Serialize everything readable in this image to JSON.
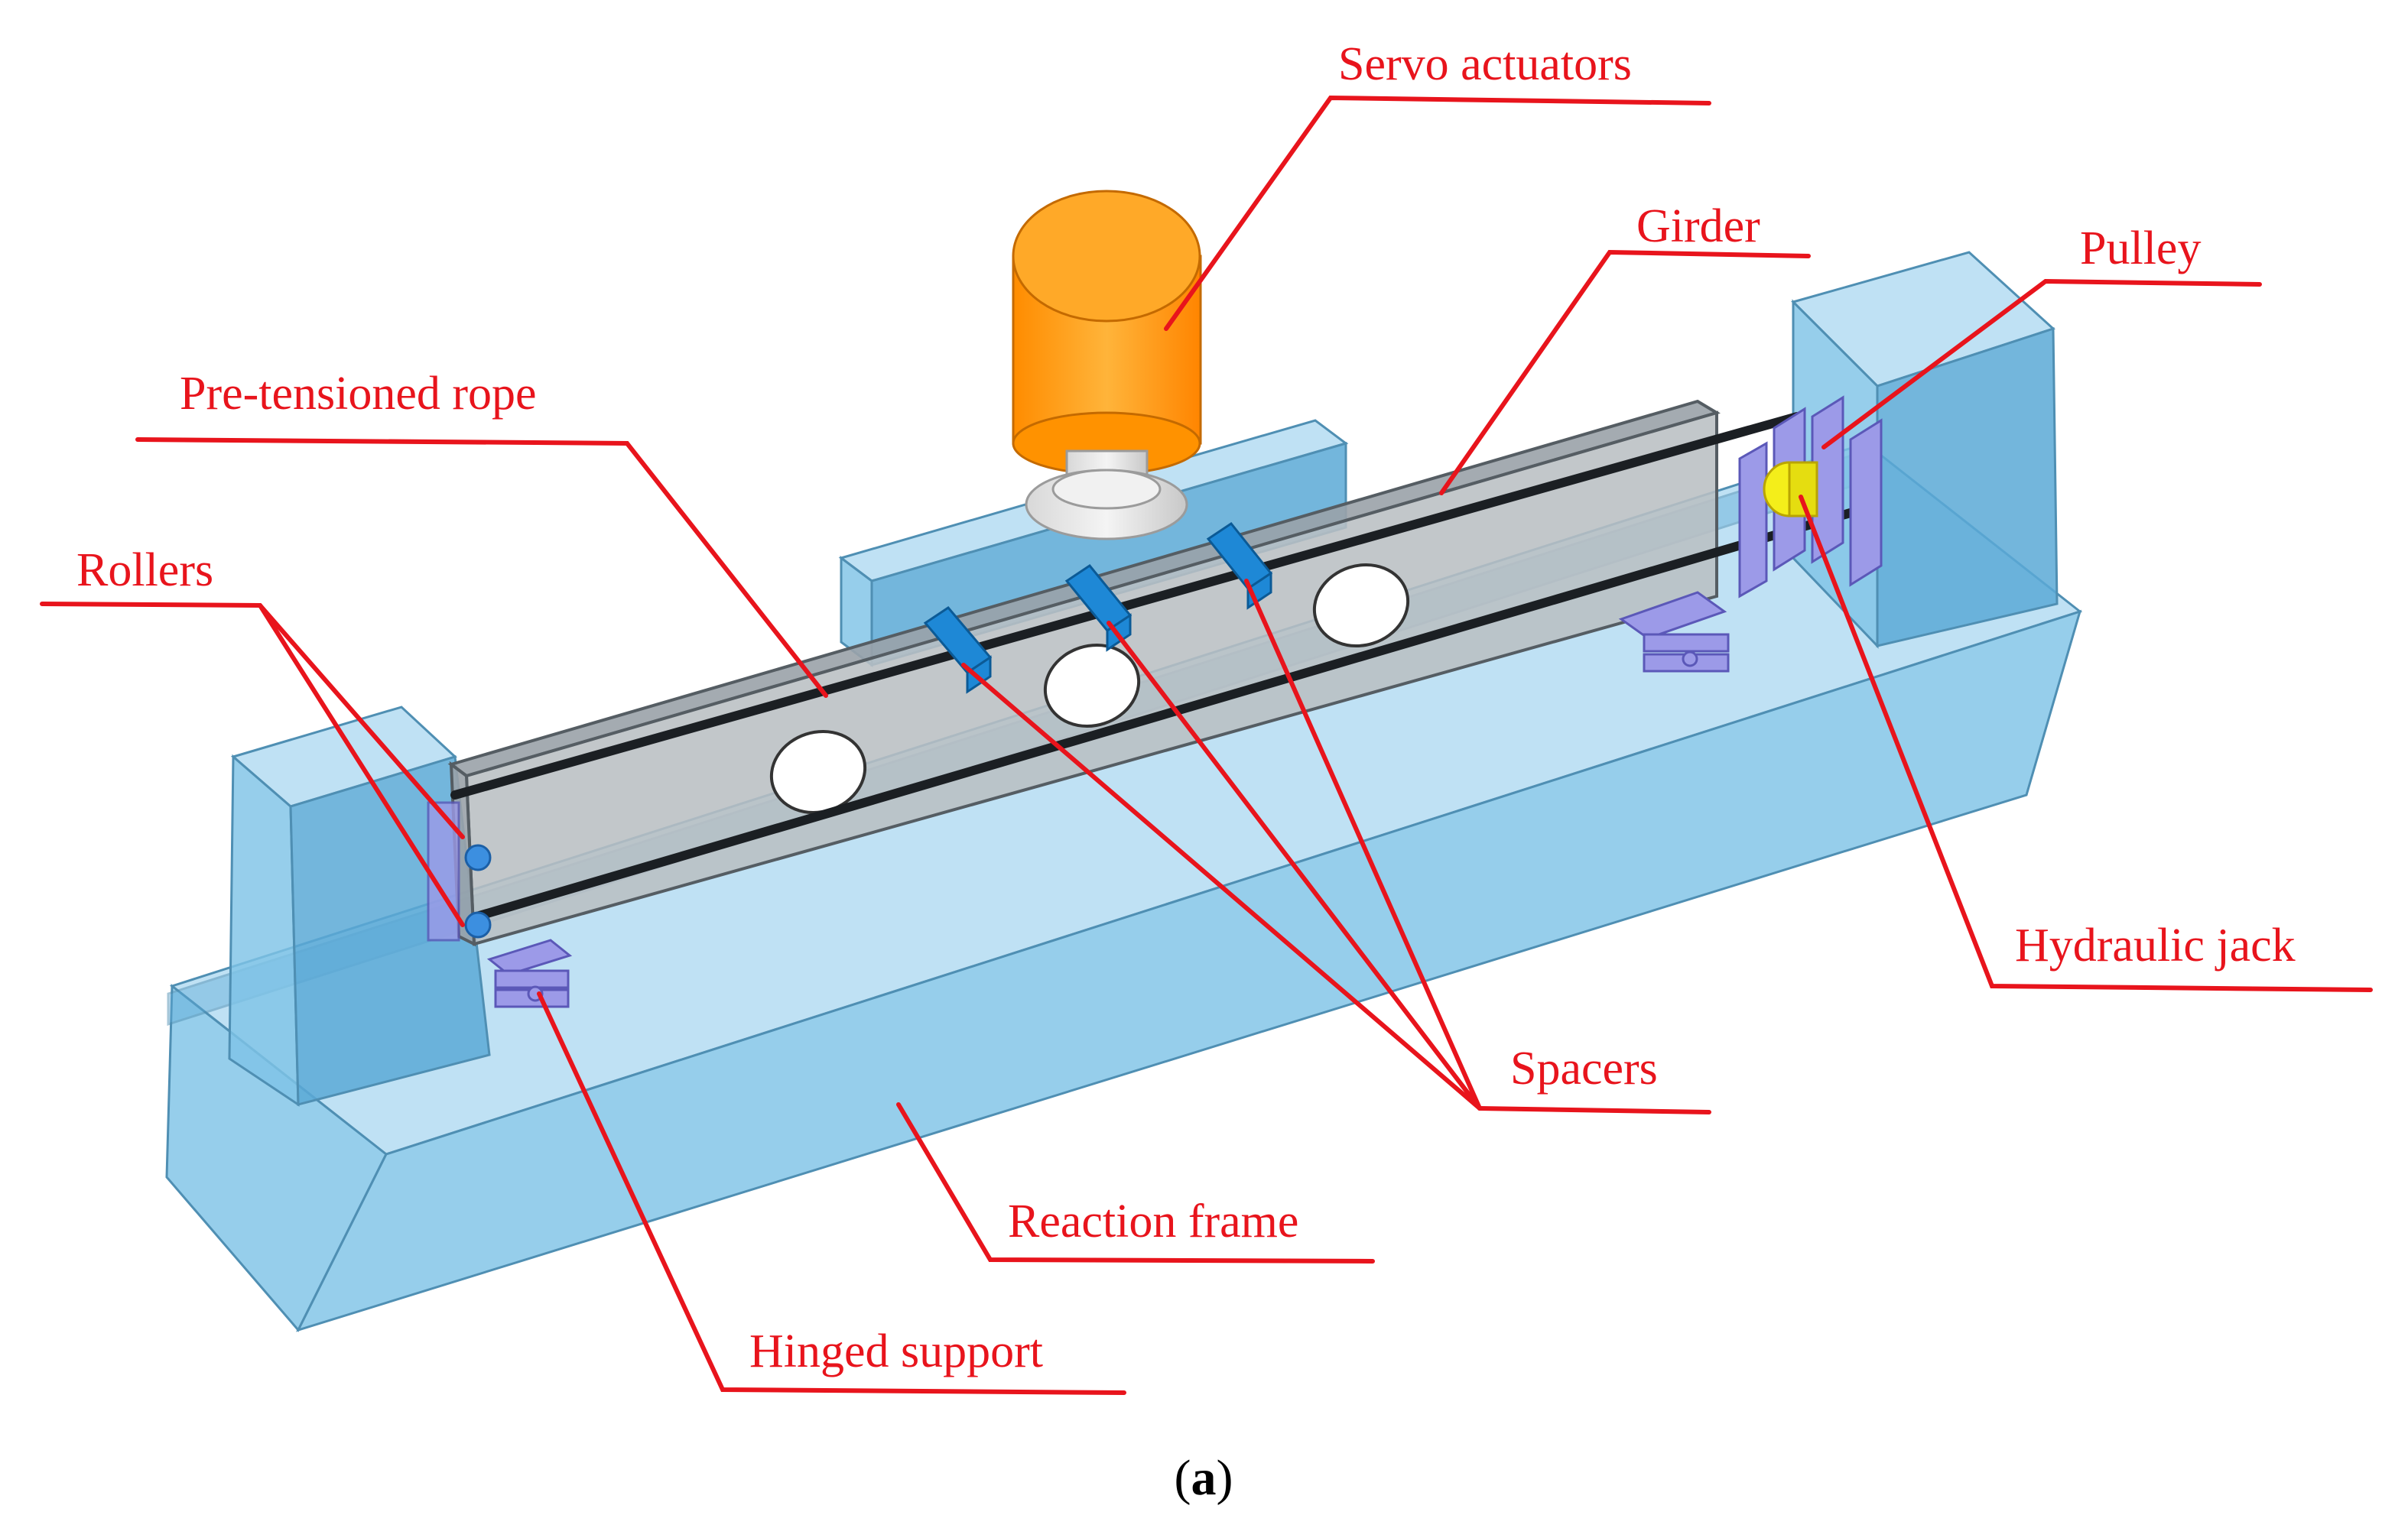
{
  "labels": {
    "servo_actuators": "Servo actuators",
    "girder": "Girder",
    "pulley": "Pulley",
    "pre_tensioned_rope": "Pre-tensioned rope",
    "rollers": "Rollers",
    "hydraulic_jack": "Hydraulic jack",
    "spacers": "Spacers",
    "reaction_frame": "Reaction frame",
    "hinged_support": "Hinged support"
  },
  "caption": {
    "open": "(",
    "letter": "a",
    "close": ")"
  },
  "colors": {
    "label_red": "#e8141c",
    "frame_blue": "#7fc3e6",
    "actuator_orange": "#ff9f1a",
    "girder_grey": "#b9bfc3",
    "spacer_blue": "#1e88d6",
    "roller_purple": "#9c9ae8",
    "jack_yellow": "#f4ee1a"
  }
}
